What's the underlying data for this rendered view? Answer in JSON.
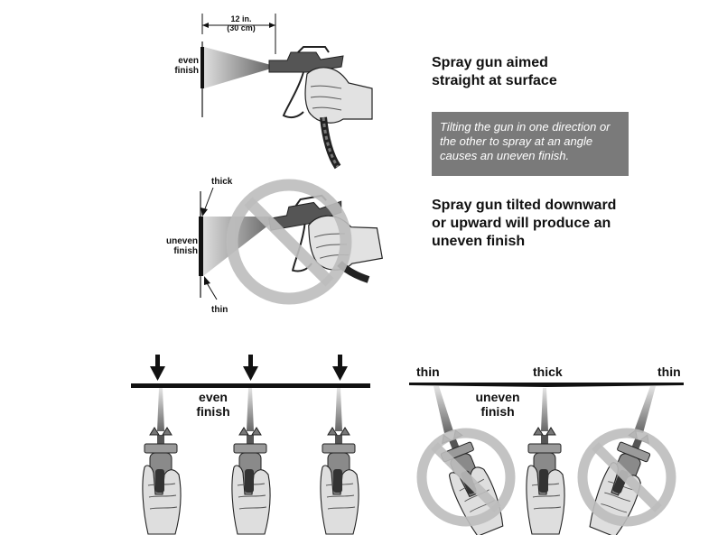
{
  "top": {
    "distance_label_line1": "12 in.",
    "distance_label_line2": "(30 cm)",
    "even_line1": "even",
    "even_line2": "finish",
    "caption_aimed_line1": "Spray gun aimed",
    "caption_aimed_line2": "straight at surface",
    "note_text": "Tilting the gun in one direction or the other to spray at an angle causes an uneven finish."
  },
  "middle": {
    "thick_label": "thick",
    "uneven_line1": "uneven",
    "uneven_line2": "finish",
    "thin_label": "thin",
    "caption_tilted_line1": "Spray gun tilted downward",
    "caption_tilted_line2": "or upward will produce an",
    "caption_tilted_line3": "uneven finish"
  },
  "bottom_left": {
    "even_line1": "even",
    "even_line2": "finish"
  },
  "bottom_right": {
    "thin_left": "thin",
    "thick_center": "thick",
    "thin_right": "thin",
    "uneven_line1": "uneven",
    "uneven_line2": "finish"
  },
  "colors": {
    "no_symbol": "#bdbdbd",
    "note_box": "#7a7a7a",
    "ink": "#111111"
  }
}
